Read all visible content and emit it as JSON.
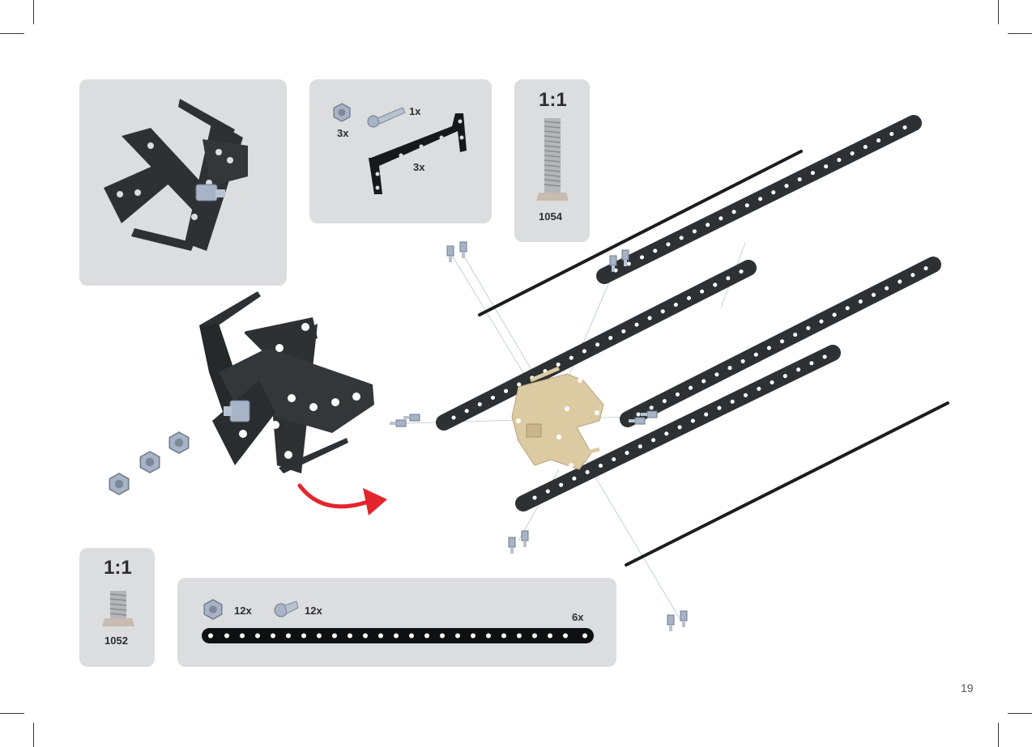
{
  "page_number": "19",
  "preview_panel": {
    "label": "assembled hub preview"
  },
  "parts_panel_top": {
    "nut_qty": "3x",
    "bolt_qty": "1x",
    "bracket_qty": "3x"
  },
  "scale_panel_top": {
    "scale": "1:1",
    "part_number": "1054"
  },
  "scale_panel_bottom": {
    "scale": "1:1",
    "part_number": "1052"
  },
  "parts_panel_bottom": {
    "nut_qty": "12x",
    "bolt_qty": "12x",
    "strip_qty": "6x"
  },
  "colors": {
    "panel": "#dcdddf",
    "metal_dark": "#2e3133",
    "hardware": "#a7b3c6",
    "arrow": "#e3262d",
    "highlight": "#dccaa3"
  },
  "icons": [
    "hex-nut-icon",
    "bolt-icon",
    "u-bracket-icon",
    "threaded-bolt-icon",
    "perforated-strip-icon",
    "rotate-arrow-icon"
  ]
}
